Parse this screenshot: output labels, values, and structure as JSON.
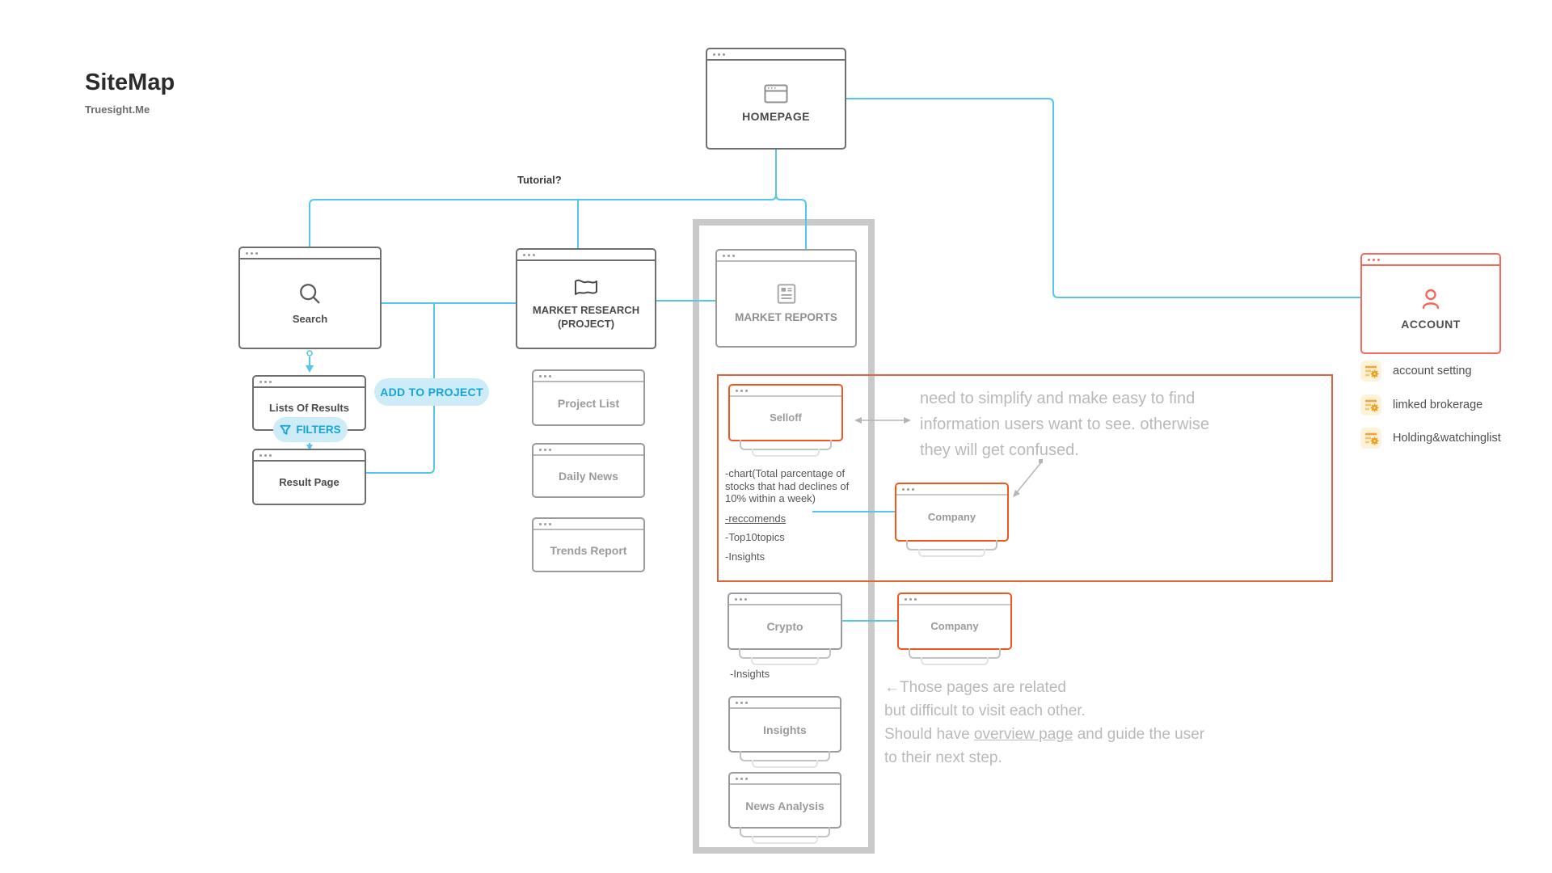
{
  "header": {
    "title": "SiteMap",
    "subtitle": "Truesight.Me"
  },
  "labels": {
    "tutorial": "Tutorial?"
  },
  "nodes": {
    "homepage": "HOMEPAGE",
    "search": "Search",
    "market_research": "MARKET RESEARCH (PROJECT)",
    "market_reports": "MARKET REPORTS",
    "lists_of_results": "Lists Of Results",
    "result_page": "Result Page",
    "project_list": "Project List",
    "daily_news": "Daily News",
    "trends_report": "Trends Report",
    "selloff": "Selloff",
    "company_a": "Company",
    "crypto": "Crypto",
    "company_b": "Company",
    "insights": "Insights",
    "news_analysis": "News Analysis",
    "account": "ACCOUNT"
  },
  "pills": {
    "filters": "FILTERS",
    "add_to_project": "ADD TO PROJECT"
  },
  "notes": {
    "chart": "-chart(Total parcentage of stocks that had declines of 10% within a week)",
    "reccomends": "-reccomends",
    "top10": "-Top10topics",
    "insights": "-Insights",
    "crypto_insights": "-Insights"
  },
  "annotations": {
    "simplify": [
      "need to simplify and  make easy to find",
      "information users want to see. otherwise",
      "they will get confused."
    ],
    "related": {
      "line1": "←Those pages are related",
      "line2": "but difficult to visit each other.",
      "line3a": "Should have ",
      "line3b": "overview page",
      "line3c": " and guide the user",
      "line4": "to their next step."
    }
  },
  "account": {
    "items": [
      "account setting",
      "limked brokerage",
      "Holding&watchinglist"
    ]
  },
  "colors": {
    "connector_blue": "#56c5ea",
    "blue_text": "#16a3d8",
    "pill_bg": "#cdecf8",
    "node_orange": "#f0561e",
    "account_red": "#f4695c",
    "icon_yellow": "#f2a33c",
    "frame_gray": "#c9c9c9"
  }
}
